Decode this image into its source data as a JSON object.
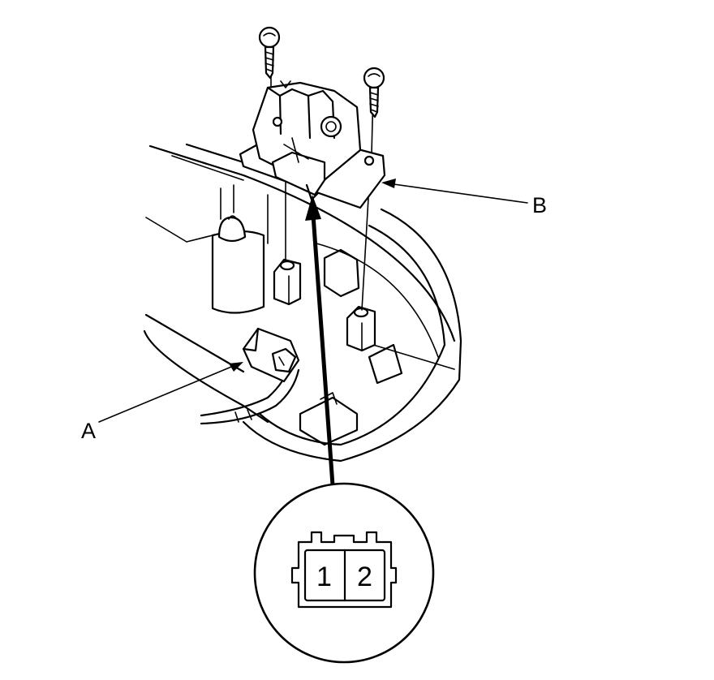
{
  "callouts": {
    "a": "A",
    "b": "B"
  },
  "connector_detail": {
    "pin_1": "1",
    "pin_2": "2"
  },
  "colors": {
    "line": "#000000",
    "background": "#ffffff"
  }
}
